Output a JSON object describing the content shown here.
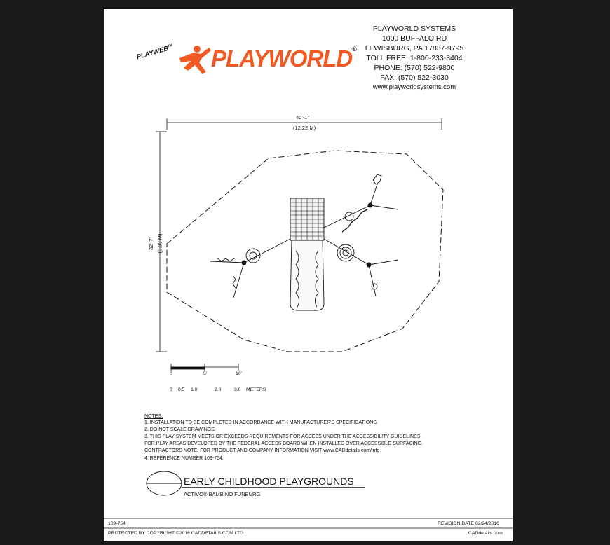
{
  "header": {
    "playweb": "PLAYWEB",
    "trademark": "TM",
    "brand": "PLAYWORLD",
    "registered": "®",
    "address_lines": [
      "PLAYWORLD SYSTEMS",
      "1000 BUFFALO RD",
      "LEWISBURG, PA 17837-9795",
      "TOLL FREE: 1-800-233-8404",
      "PHONE: (570) 522-9800",
      "FAX: (570) 522-3030",
      "www.playworldsystems.com"
    ]
  },
  "dimensions": {
    "width_ft": "40'-1\"",
    "width_m": "(12.22 M)",
    "height_ft": "32'-7\"",
    "height_m": "(9.93 M)"
  },
  "scale": {
    "feet_labels": [
      "0",
      "5'",
      "10'"
    ],
    "meter_labels": [
      "0",
      "0.5",
      "1.0",
      "2.0",
      "3.0"
    ],
    "meter_unit": "METERS"
  },
  "notes": {
    "heading": "NOTES:",
    "lines": [
      "1.  INSTALLATION TO BE COMPLETED IN ACCORDANCE WITH MANUFACTURER'S SPECIFICATIONS.",
      "2.  DO NOT SCALE DRAWINGS.",
      "3.  THIS PLAY SYSTEM MEETS OR EXCEEDS REQUIREMENTS FOR ACCESS UNDER THE ACCESSIBILITY GUIDELINES",
      "     FOR PLAY AREAS DEVELOPED BY THE FEDERAL ACCESS BOARD WHEN INSTALLED OVER ACCESSIBLE SURFACING.",
      "     CONTRACTORS NOTE: FOR PRODUCT AND COMPANY INFORMATION VISIT www.CADdetails.com/info",
      "4.  REFERENCE NUMBER 109-754."
    ]
  },
  "title_block": {
    "title": "EARLY CHILDHOOD PLAYGROUNDS",
    "subtitle": "ACTIVO® BAMBINO FUNBURG",
    "ref_number": "109-754",
    "revision": "REVISION DATE 02/24/2016",
    "copyright": "PROTECTED BY COPYRIGHT ©2016 CADDETAILS.COM LTD.",
    "source": "CADdetails.com"
  },
  "colors": {
    "brand_orange": "#f05a22",
    "page_background": "#1a1a1a",
    "sheet": "#ffffff"
  }
}
